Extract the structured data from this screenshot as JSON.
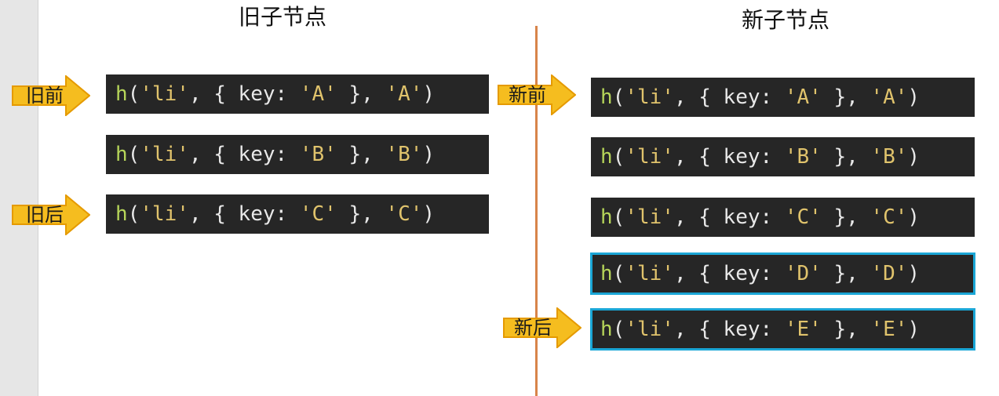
{
  "titles": {
    "old": "旧子节点",
    "new": "新子节点"
  },
  "old_nodes": [
    {
      "fn": "h",
      "p1": "(",
      "tag": "'li'",
      "p2": ", { key: ",
      "key": "'A'",
      "p3": " }, ",
      "text": "'A'",
      "p4": ")"
    },
    {
      "fn": "h",
      "p1": "(",
      "tag": "'li'",
      "p2": ", { key: ",
      "key": "'B'",
      "p3": " }, ",
      "text": "'B'",
      "p4": ")"
    },
    {
      "fn": "h",
      "p1": "(",
      "tag": "'li'",
      "p2": ", { key: ",
      "key": "'C'",
      "p3": " }, ",
      "text": "'C'",
      "p4": ")"
    }
  ],
  "new_nodes": [
    {
      "fn": "h",
      "p1": "(",
      "tag": "'li'",
      "p2": ", { key: ",
      "key": "'A'",
      "p3": " }, ",
      "text": "'A'",
      "p4": ")"
    },
    {
      "fn": "h",
      "p1": "(",
      "tag": "'li'",
      "p2": ", { key: ",
      "key": "'B'",
      "p3": " }, ",
      "text": "'B'",
      "p4": ")"
    },
    {
      "fn": "h",
      "p1": "(",
      "tag": "'li'",
      "p2": ", { key: ",
      "key": "'C'",
      "p3": " }, ",
      "text": "'C'",
      "p4": ")"
    },
    {
      "fn": "h",
      "p1": "(",
      "tag": "'li'",
      "p2": ", { key: ",
      "key": "'D'",
      "p3": " }, ",
      "text": "'D'",
      "p4": ")"
    },
    {
      "fn": "h",
      "p1": "(",
      "tag": "'li'",
      "p2": ", { key: ",
      "key": "'E'",
      "p3": " }, ",
      "text": "'E'",
      "p4": ")"
    }
  ],
  "pointers": {
    "old_start": "旧前",
    "old_end": "旧后",
    "new_start": "新前",
    "new_end": "新后"
  },
  "colors": {
    "code_bg": "#262626",
    "function": "#b7d65a",
    "string": "#e0c36c",
    "highlight_border": "#1aa6d6",
    "pointer_fill": "#f5bd1f",
    "divider": "#d8844a"
  }
}
